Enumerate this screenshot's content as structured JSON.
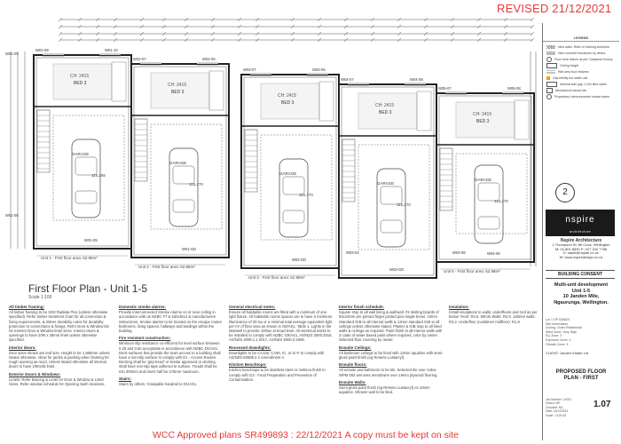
{
  "stamps": {
    "revised": "REVISED 21/12/2021",
    "approval": "WCC Approved plans SR499893 : 22/12/2021 A copy must be kept on site"
  },
  "drawing": {
    "title": "First Floor Plan - Unit 1-5",
    "scale": "Scale 1:100",
    "grid_bubble": "2"
  },
  "units": [
    {
      "id": "Unit 1",
      "ch": "CH: 2415",
      "room": "BED 3",
      "garage": "GARAGE",
      "area": "Unit 1 - First floor area: 62.98m²"
    },
    {
      "id": "Unit 2",
      "ch": "CH: 2415",
      "room": "BED 3",
      "garage": "GARAGE",
      "area": "Unit 2 - First floor area: 62.98m²"
    },
    {
      "id": "Unit 3",
      "ch": "CH: 2415",
      "room": "BED 3",
      "garage": "GARAGE",
      "area": "Unit 3 - First floor area: 62.98m²"
    },
    {
      "id": "Unit 4",
      "ch": "CH: 2415",
      "room": "BED 3",
      "garage": "GARAGE",
      "area": "Unit 4 - First floor area: 62.98m²"
    },
    {
      "id": "Unit 5",
      "ch": "CH: 2415",
      "room": "BED 3",
      "garage": "GARAGE",
      "area": "Unit 5 - First floor area: 62.98m²"
    }
  ],
  "window_tags": [
    "W01-09",
    "W01-10",
    "W02-07",
    "W02-05",
    "W03-07",
    "W03-05",
    "W04-07",
    "W04-08",
    "W05-07",
    "W05-08",
    "W01-05",
    "W01-GD",
    "W02-GD",
    "W03-GD",
    "W04-05",
    "W04-GD",
    "W05-GD",
    "W03-04",
    "W04-06"
  ],
  "dims": [
    "116,265",
    "116,270",
    "115,770",
    "116,270",
    "116,270"
  ],
  "notes": [
    {
      "h": "All timber framing:",
      "t": "All timber framing to be SG8 Radiata Pine (unless otherwise specified). Refer timber treatment chart for all connection & fixing requirements, & timber durability notes for durability protection to connections & fixings. Refer Door & Window list for exterior Door & Window lintel sizes. Interior doors & openings to have 2/90 x 45mm lintel unless otherwise specified."
    },
    {
      "h": "Interior doors:",
      "t": "Door sizes shown are leaf size. Height to be 1,980mm unless stated otherwise. Allow for jambs & packing when framing for rough opening as req'd. Unless stated otherwise all internal doors to have 2/90x45 lintel."
    },
    {
      "h": "Exterior Doors & Windows:",
      "t": "Lintels: Refer Bracing & Lintel for Door & Window & Lintel Sizes. Refer window schedule for Opening Sash locations."
    },
    {
      "h": "Domestic smoke alarms:",
      "t": "Provide interconnected Smoke Alarms on or near ceiling in accordance with as NZBC F7 & NZS4514 & manufacturers instructions. Smoke alarms to be located on the escape routes bedrooms, living spaces, hallways and landings within the building."
    },
    {
      "h": "Fire resistant construction:",
      "t": "Minimum slip resistance co-efficient for level surface between 0.25 and 0.50 acceptable in accordance with NZBC D1/AS1. Deck surfaces that provide the main access to a building shall have a non-slip surface to comply with D1 - Access Routes. Decking shall be 'grip-tread' or similar approved or decking shall have non-slip tape adhered to surface. Treads shall be min 300mm and risers half be 175mm maximum."
    },
    {
      "h": "Stairs:",
      "t": "Stairs by others. Graspable handrail to D1/AS1."
    },
    {
      "h": "General electrical notes:",
      "t": "Ensure all habitable rooms are fitted with a minimum of one light fixture. All habitable rooms spaces are to have a minimum illuminance of 20 lux or a minimal total average equivalent light per m² of floor area as shown in G8/AS1, Table 1. Lights in the stairwell to provide 100lux at tread level. All electrical works to be installed to comply with NZBC G9/AS1, AS/NZS 3000:2018, AS/NZS 3008.1.1:2017, AS/NZS 5000.2:2006."
    },
    {
      "h": "Recessed downlights:",
      "t": "Downlights to be CA135, CA90, IC, or IC-F to comply with AS/NZS 60598.2.2 Amendment A."
    },
    {
      "h": "Kitchen Benchtops:",
      "t": "Kitchen benchtops to be stainless steel or melteca finish to comply with G3 - Food Preparation and Prevention of Contamination."
    },
    {
      "h": "Interior finish schedule:",
      "t": "Square stop to all wall lining & wall/wall. Fit skirting boards of 60x10mm pre primed finger jointed pine single bevel. 10mm Standard GIB to all internal walls & 13mm standard GIB to all ceilings unless otherwise stated. Plaster & GIB stop to all lined walls & ceilings as required. Paint finish to all interior walls with 3 coats of water based paint where required, color by owner. Selected floor covering by owner."
    },
    {
      "h": "Ensuite Ceilings:",
      "t": "All bathroom ceilings to be lined with 13mm aqualine with semi-gloss paint finish (eg Resene Lustacryl)."
    },
    {
      "h": "Ensuite floors:",
      "t": "All ensuite and bathroom to be tile. Selected tile over Ardex WPM 002 wet area membrane over 19mm plywood flooring."
    },
    {
      "h": "Ensuite Walls:",
      "t": "Semi-gloss paint finish (eg Resene Lustacryl) on 10mm aqualine. Shower wall to be tiled."
    },
    {
      "h": "Insulation:",
      "t": "Install insulations to walls, underfloors and roof as per below: Roof: R3.6. 90mm Walls: R2.8. 140mm walls: R3.2. Underfloor (cantilever midfloor): R1.8"
    }
  ],
  "legend": {
    "header": "LEGEND",
    "items": [
      "New walls: Refer to framing schedule.",
      "New concrete blockwork by others.",
      "Floor level datum as per Cadastral Survey.",
      "Ceiling height",
      "Wet area floor finishes",
      "Gas infinity hot water unit",
      "Internal stair gap 1:100 tiled stairs",
      "Mechanical extract fan",
      "Proprietary interconnected smoke alarm"
    ]
  },
  "titleblock": {
    "brand": "nspire",
    "brand_sub": "architecture",
    "firm": "Nspire Architecture",
    "firm_lines": [
      "1 Thompson St, Mt Cook, Wellington",
      "M: 04 801 8590  P: 027 203 7786",
      "E: sayhi@nspire.co.nz",
      "W: www.nspiredesign.co.nz"
    ],
    "consent": "BUILDING CONSENT",
    "project_lines": [
      "Multi-unit development",
      "Unit 1-5",
      "10 Janden Mile,",
      "Ngaurunga, Wellington."
    ],
    "meta_lines": [
      "Lot 1 DP 535820",
      "Site Information",
      "Zoning: Outer Residential",
      "Wind Zone: Very High",
      "EQ Zone: 3",
      "Exposure Zone: C",
      "Climate Zone: 3"
    ],
    "client": "CLIENT:  Janden Estate Ltd",
    "drawing_title_lines": [
      "PROPOSED FLOOR",
      "PLAN - FIRST"
    ],
    "sheet_no": "1.07",
    "sheet_meta": [
      "Job Number: 21002",
      "Drawn: SR",
      "Checked: NA",
      "Date: 15/12/2021",
      "Scale: 1:100 A3"
    ]
  }
}
